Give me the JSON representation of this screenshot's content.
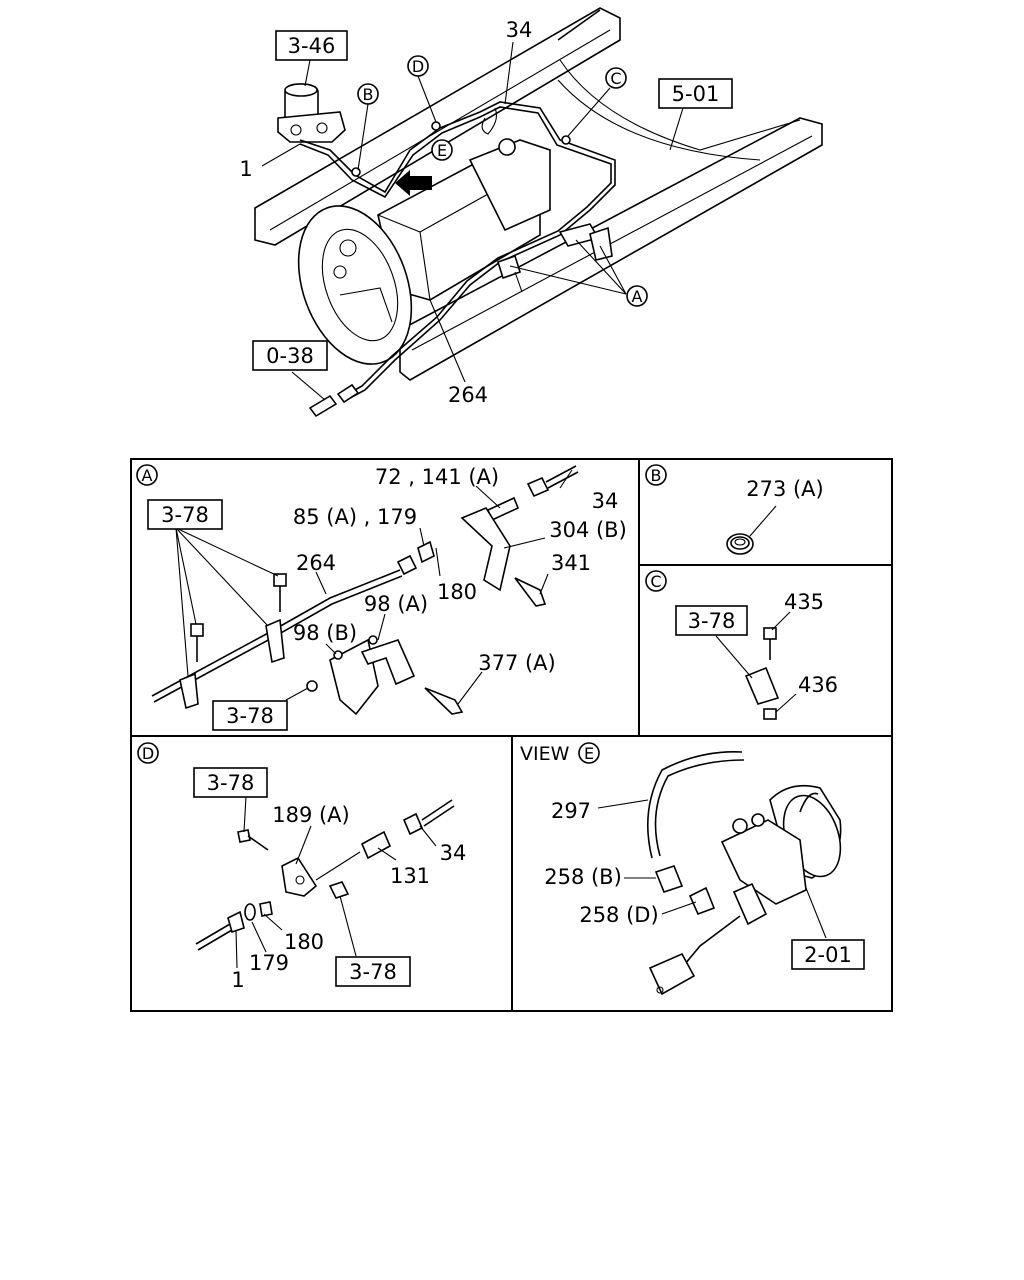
{
  "main": {
    "ref_3_46": "3-46",
    "ref_5_01": "5-01",
    "ref_0_38": "0-38",
    "p34": "34",
    "p1": "1",
    "p264": "264",
    "c_b": "B",
    "c_d": "D",
    "c_c": "C",
    "c_e": "E",
    "c_a": "A"
  },
  "panel_a": {
    "circle": "A",
    "ref_top": "3-78",
    "ref_bottom": "3-78",
    "l_72": "72 , 141 (A)",
    "l_34": "34",
    "l_85": "85 (A) , 179",
    "l_304": "304 (B)",
    "l_264": "264",
    "l_341": "341",
    "l_180": "180",
    "l_98a": "98 (A)",
    "l_98b": "98 (B)",
    "l_377": "377 (A)"
  },
  "panel_b": {
    "circle": "B",
    "l_273": "273 (A)"
  },
  "panel_c": {
    "circle": "C",
    "ref": "3-78",
    "l_435": "435",
    "l_436": "436"
  },
  "panel_d": {
    "circle": "D",
    "ref_top": "3-78",
    "ref_bottom": "3-78",
    "l_189": "189 (A)",
    "l_34": "34",
    "l_131": "131",
    "l_180": "180",
    "l_179": "179",
    "l_1": "1"
  },
  "panel_e": {
    "view_label": "VIEW",
    "circle": "E",
    "l_297": "297",
    "l_258b": "258 (B)",
    "l_258d": "258 (D)",
    "ref": "2-01"
  }
}
